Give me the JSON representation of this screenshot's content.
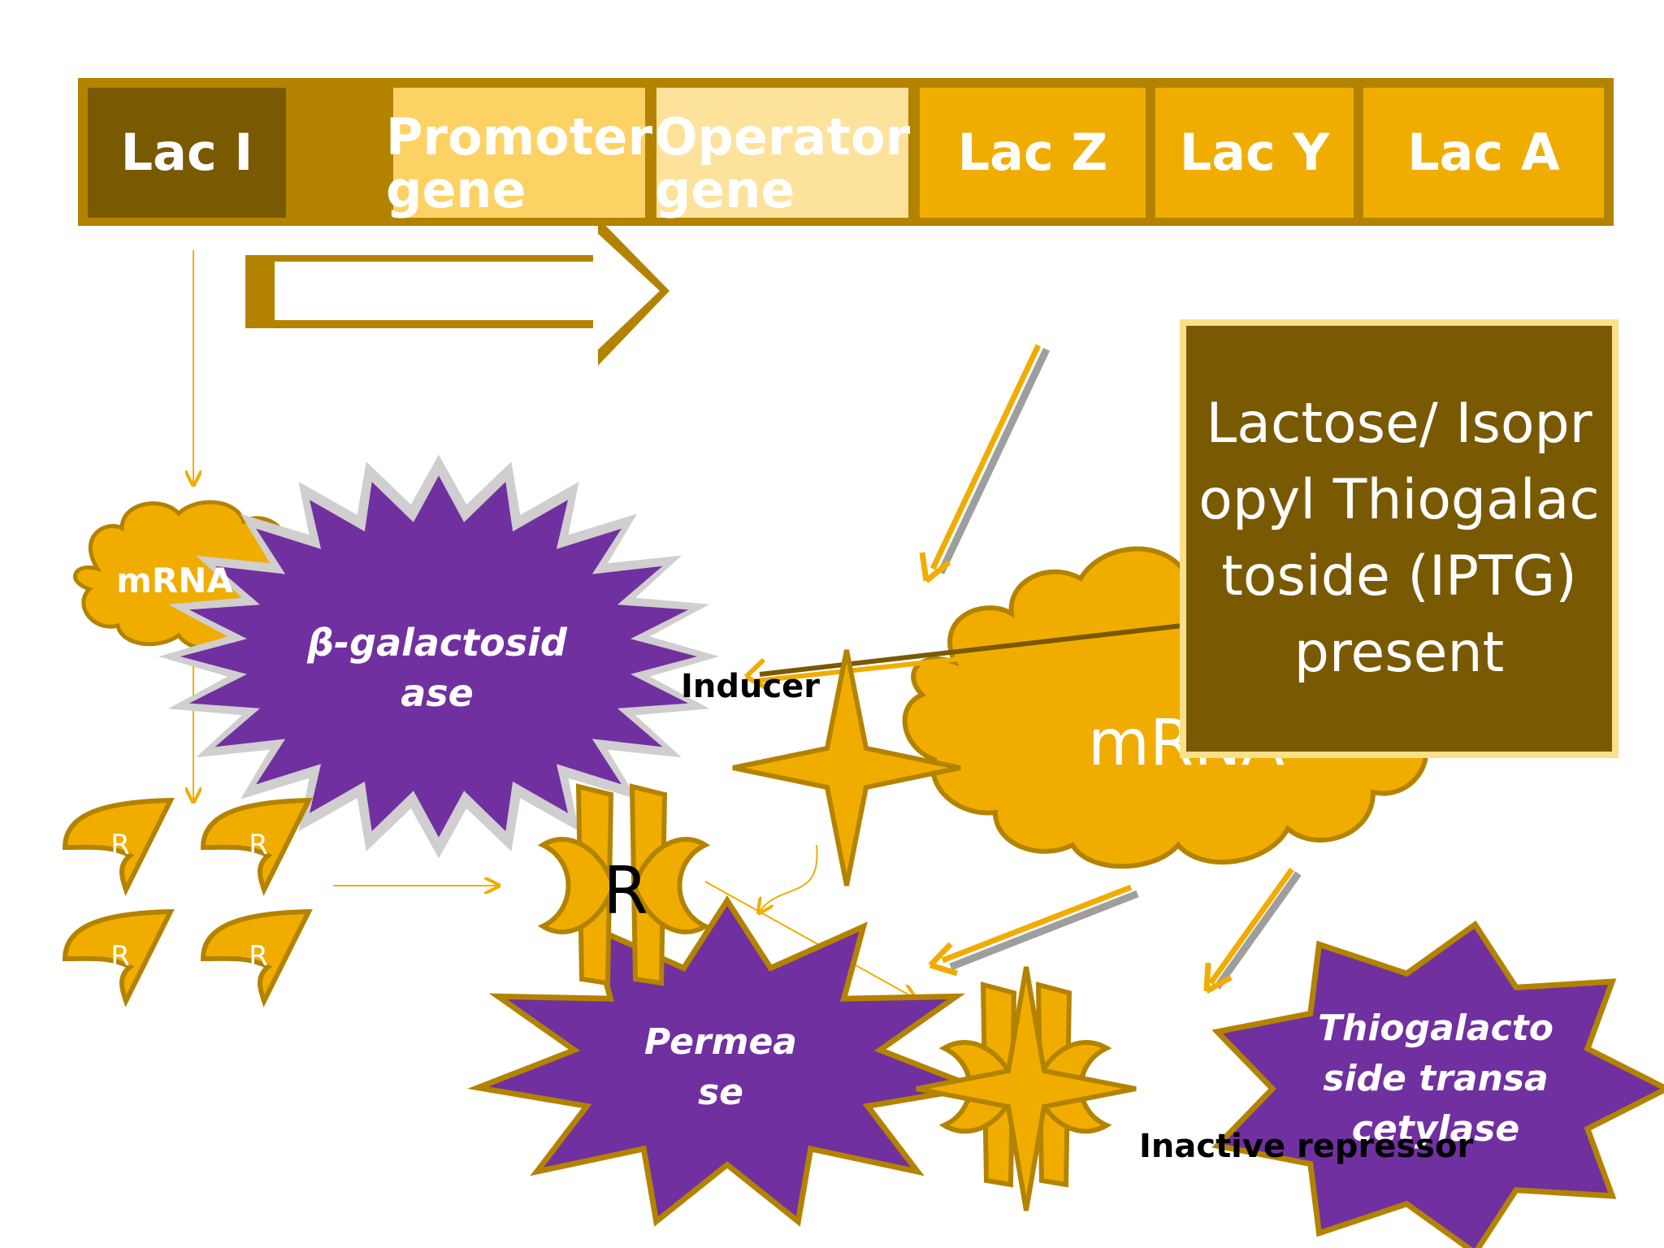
{
  "operon": {
    "genes": [
      {
        "id": "lac-i",
        "label": "Lac I",
        "color": "#7a5903"
      },
      {
        "id": "spacer",
        "label": "",
        "color": "#b38300"
      },
      {
        "id": "promoter",
        "label": "Promoter gene",
        "color": "#fcd264"
      },
      {
        "id": "operator",
        "label": "Operator gene",
        "color": "#fde29c"
      },
      {
        "id": "lac-z",
        "label": "Lac Z",
        "color": "#f0ad00"
      },
      {
        "id": "lac-y",
        "label": "Lac Y",
        "color": "#f0ad00"
      },
      {
        "id": "lac-a",
        "label": "Lac A",
        "color": "#f0ad00"
      }
    ],
    "frame_color": "#b38300"
  },
  "condition": {
    "text": "Lactose/ Isopropyl Thiogalactoside (IPTG) present"
  },
  "mrna_small": "mRNA",
  "mrna_large": "mRNA",
  "beta_gal": "β-galactosidase",
  "inducer": "Inducer",
  "repressor_units": [
    "R",
    "R",
    "R",
    "R"
  ],
  "repressor_large": "R",
  "permease": "Permease",
  "transacetylase": "Thiogalactoside transacetylase",
  "inactive_repressor": "Inactive repressor",
  "colors": {
    "gold": "#f0ad00",
    "dark_gold": "#b38300",
    "purple": "#7030a0",
    "grey": "#d0cece",
    "dark_brown": "#7a5903"
  }
}
